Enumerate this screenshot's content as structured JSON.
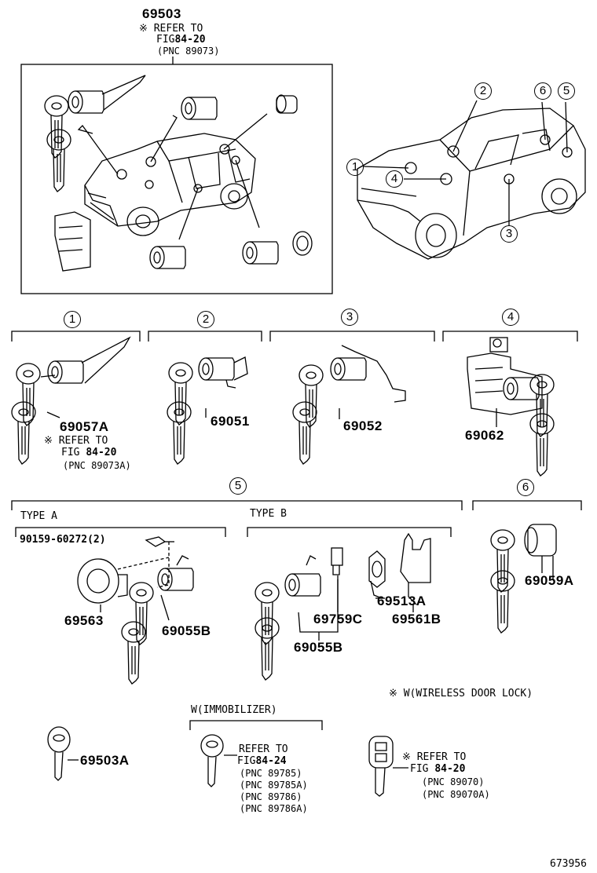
{
  "top": {
    "part": "69503",
    "refer_line1": "※ REFER TO",
    "refer_fig_prefix": "FIG",
    "refer_fig": "84-20",
    "refer_pnc": "(PNC 89073)"
  },
  "car_callouts": [
    "1",
    "2",
    "3",
    "4",
    "5",
    "6"
  ],
  "sections": {
    "s1": {
      "num": "1",
      "part": "69057A",
      "refer1": "※ REFER TO",
      "refer_fig_prefix": "FIG",
      "refer_fig": "84-20",
      "refer_pnc": "(PNC 89073A)"
    },
    "s2": {
      "num": "2",
      "part": "69051"
    },
    "s3": {
      "num": "3",
      "part": "69052"
    },
    "s4": {
      "num": "4",
      "part": "69062"
    },
    "s5": {
      "num": "5",
      "type_a": "TYPE A",
      "type_b": "TYPE B",
      "screw": "90159-60272(2)",
      "bezel": "69563",
      "cyl_a": "69055B",
      "p69759c": "69759C",
      "p69513a": "69513A",
      "p69561b": "69561B",
      "cyl_b": "69055B"
    },
    "s6": {
      "num": "6",
      "part": "69059A"
    }
  },
  "keys": {
    "k1": {
      "part": "69503A"
    },
    "k2": {
      "header": "W(IMMOBILIZER)",
      "refer1": "REFER TO",
      "refer_fig_prefix": "FIG",
      "refer_fig": "84-24",
      "pncs": [
        "(PNC 89785)",
        "(PNC 89785A)",
        "(PNC 89786)",
        "(PNC 89786A)"
      ]
    },
    "k3": {
      "note": "※ W(WIRELESS DOOR LOCK)",
      "refer1": "※ REFER TO",
      "refer_fig_prefix": "FIG",
      "refer_fig": "84-20",
      "pncs": [
        "(PNC 89070)",
        "(PNC 89070A)"
      ]
    }
  },
  "footer": {
    "code": "673956"
  }
}
